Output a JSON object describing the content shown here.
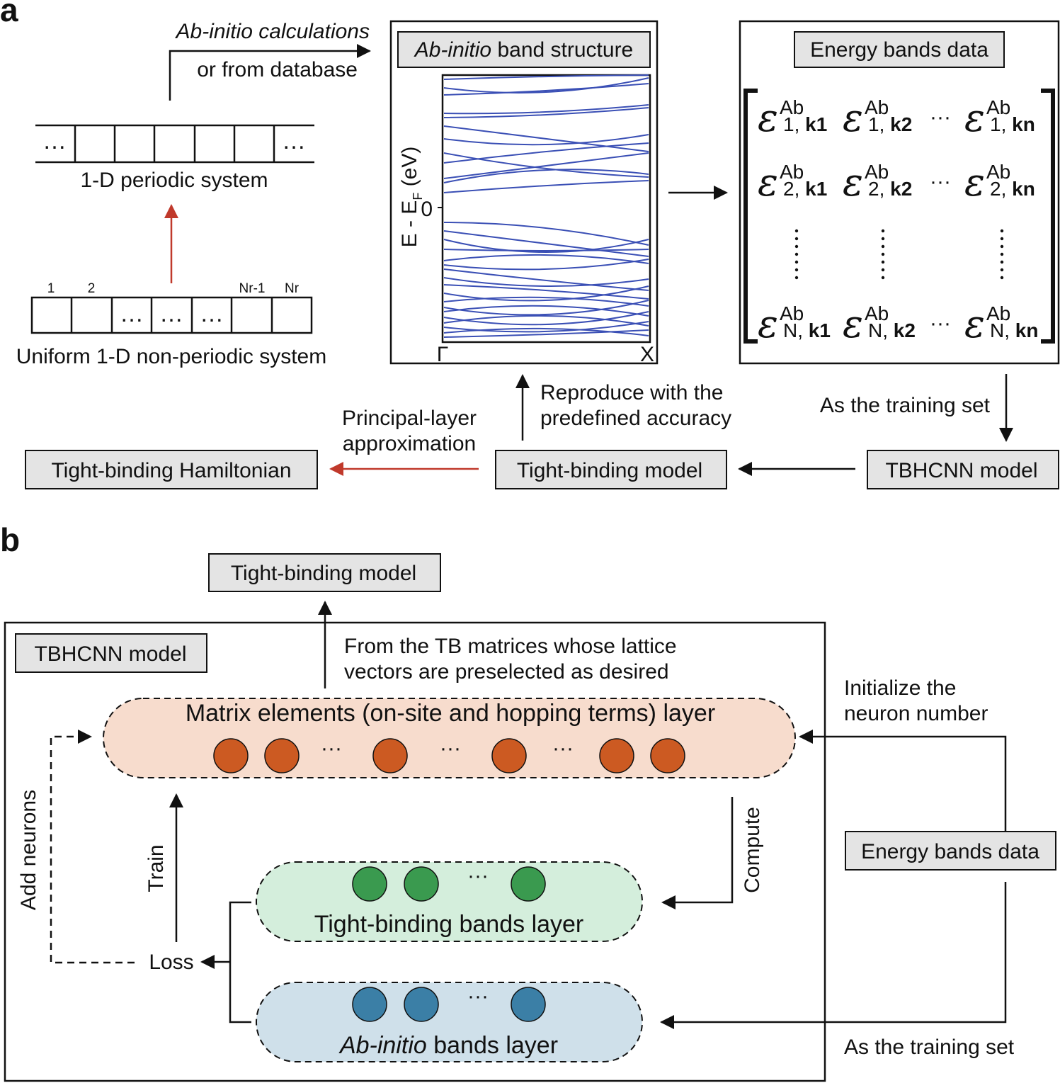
{
  "panels": {
    "a": "a",
    "b": "b"
  },
  "panel_a": {
    "abinitio_arrow_label_1": "Ab-initio calculations",
    "abinitio_arrow_label_2": "or from database",
    "periodic_label": "1-D periodic system",
    "periodic_dots": "…",
    "nonperiodic_label": "Uniform 1-D non-periodic system",
    "nonperiodic_cells": [
      "1",
      "2",
      "",
      "",
      "",
      "Nr-1",
      "Nr"
    ],
    "nonperiodic_dots": "…",
    "bandstructure_title_italic": "Ab-initio",
    "bandstructure_title_rest": " band structure",
    "bandstructure_ylabel": "E - E",
    "bandstructure_ylabel_sub": "F",
    "bandstructure_ylabel_unit": " (eV)",
    "bandstructure_zero": "0",
    "bandstructure_xticks": [
      "Γ",
      "X"
    ],
    "energy_bands_title": "Energy bands data",
    "matrix_symbol": "ε",
    "matrix_superscript": "Ab",
    "matrix_rows": [
      "1",
      "2",
      "N"
    ],
    "matrix_cols": [
      "k1",
      "k2",
      "kn"
    ],
    "matrix_hdots": "···",
    "training_set_label": "As the training set",
    "reproduce_label_1": "Reproduce with the",
    "reproduce_label_2": "predefined accuracy",
    "principal_label_1": "Principal-layer",
    "principal_label_2": "approximation",
    "tbh_box": "Tight-binding Hamiltonian",
    "tb_model_box": "Tight-binding model",
    "tbhcnn_box": "TBHCNN model",
    "arrow_color_red": "#c0392b"
  },
  "panel_b": {
    "tb_model_box": "Tight-binding model",
    "tbhcnn_label": "TBHCNN model",
    "from_tb_label_1": "From the TB matrices whose lattice",
    "from_tb_label_2": "vectors are preselected as desired",
    "matrix_layer_label": "Matrix elements (on-site and hopping terms) layer",
    "tb_bands_layer_label": "Tight-binding bands layer",
    "ab_bands_layer_italic": "Ab-initio",
    "ab_bands_layer_rest": " bands layer",
    "init_label_1": "Initialize the",
    "init_label_2": "neuron number",
    "energy_bands_box": "Energy bands data",
    "training_set_label": "As the training set",
    "compute_label": "Compute",
    "train_label": "Train",
    "add_neurons_label": "Add neurons",
    "loss_label": "Loss",
    "dots": "···",
    "colors": {
      "matrix_layer_fill": "#f7dccd",
      "matrix_neuron": "#cc5a22",
      "tb_layer_fill": "#d4eedc",
      "tb_neuron": "#3a9a4f",
      "ab_layer_fill": "#cfe0ea",
      "ab_neuron": "#3b7fa6",
      "box_fill": "#e4e4e4"
    }
  }
}
